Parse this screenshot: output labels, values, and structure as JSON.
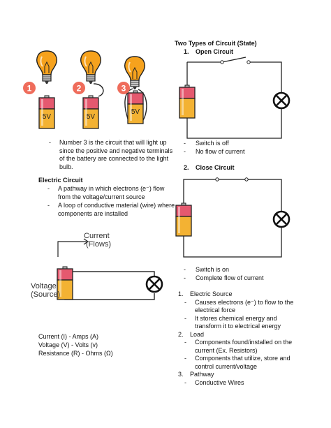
{
  "left": {
    "bulb_numbers": [
      "1",
      "2",
      "3"
    ],
    "battery_label": "5V",
    "note": "Number 3 is the circuit that will light up since the positive and negative terminals of the battery are connected to the light bulb.",
    "electric_circuit": {
      "title": "Electric Circuit",
      "items": [
        "A pathway in which electrons (e⁻) flow from the voltage/current source",
        "A loop of conductive material (wire) where components are installed"
      ]
    },
    "diagram": {
      "current_label": "Current",
      "current_sub": "(Flows)",
      "voltage_label": "Voltage",
      "voltage_sub": "(Source)"
    },
    "units": [
      "Current (I) - Amps (A)",
      "Voltage (V) - Volts (v)",
      "Resistance (R) - Ohms (Ω)"
    ]
  },
  "right": {
    "title": "Two Types of Circuit (State)",
    "open": {
      "heading": "Open Circuit",
      "number": "1.",
      "items": [
        "Switch is off",
        "No flow of current"
      ]
    },
    "close": {
      "heading": "Close Circuit",
      "number": "2.",
      "items": [
        "Switch is on",
        "Complete flow of current"
      ]
    },
    "list": [
      {
        "number": "1.",
        "title": "Electric Source",
        "subs": [
          "Causes electrons (e⁻) to flow to the electrical force",
          "It stores chemical energy and transform it to electrical energy"
        ]
      },
      {
        "number": "2.",
        "title": "Load",
        "subs": [
          "Components found/installed on the current (Ex. Resistors)",
          "Components that utilize, store and control current/voltage"
        ]
      },
      {
        "number": "3.",
        "title": "Pathway",
        "subs": [
          "Conductive Wires"
        ]
      }
    ]
  },
  "colors": {
    "bulb": "#f6a21d",
    "battery_top": "#e5596f",
    "battery_bottom": "#f3b233",
    "badge": "#ef6c5b"
  }
}
